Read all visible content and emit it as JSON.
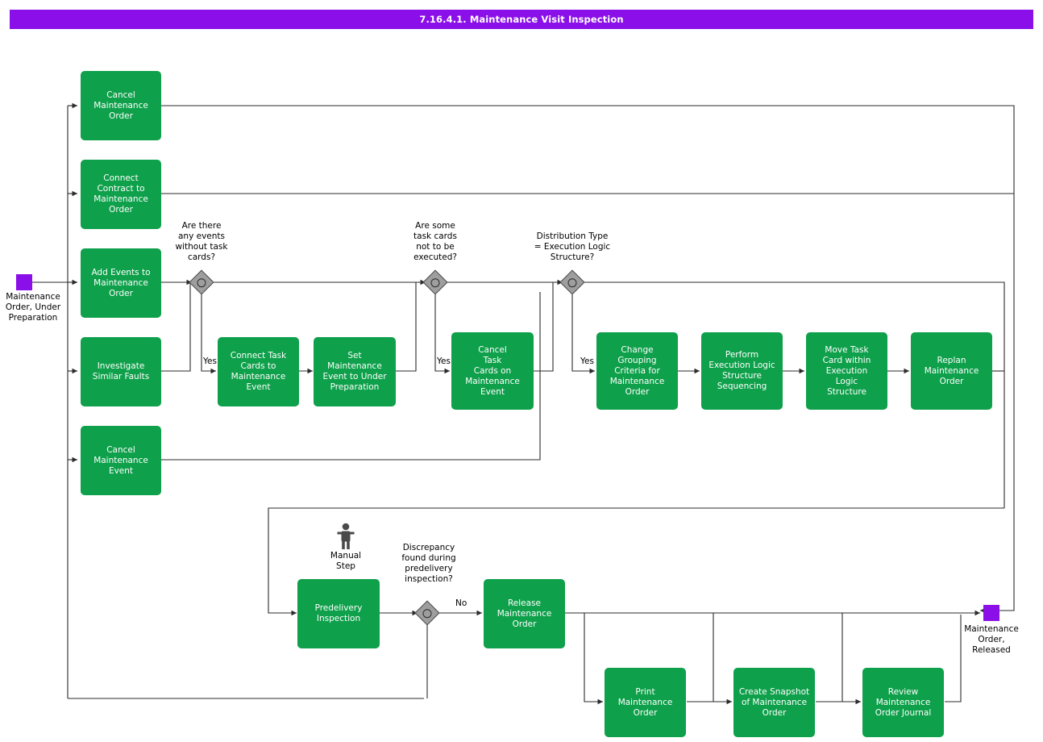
{
  "header": {
    "title": "7.16.4.1. Maintenance Visit Inspection",
    "bar_color": "#8A0FE8"
  },
  "theme": {
    "task_color": "#0EA04A",
    "event_color": "#8A0FE8",
    "gateway_fill": "#9e9e9e",
    "line_color": "#2b2b2b",
    "text_on_task": "#ffffff"
  },
  "start_event": {
    "name": "start-event",
    "label": "Maintenance\nOrder, Under\nPreparation",
    "label_line1": "Maintenance",
    "label_line2": "Order, Under",
    "label_line3": "Preparation"
  },
  "end_event": {
    "name": "end-event",
    "label_line1": "Maintenance",
    "label_line2": "Order,",
    "label_line3": "Released"
  },
  "manual_step": {
    "label_line1": "Manual",
    "label_line2": "Step"
  },
  "tasks": [
    {
      "id": "cancel-maintenance-order",
      "label": "Cancel\nMaintenance\nOrder",
      "lines": [
        "Cancel",
        "Maintenance",
        "Order"
      ]
    },
    {
      "id": "connect-contract-to-maintenance-order",
      "label": "Connect\nContract to\nMaintenance\nOrder",
      "lines": [
        "Connect",
        "Contract to",
        "Maintenance",
        "Order"
      ]
    },
    {
      "id": "add-events-to-maintenance-order",
      "label": "Add Events to\nMaintenance\nOrder",
      "lines": [
        "Add Events to",
        "Maintenance",
        "Order"
      ]
    },
    {
      "id": "investigate-similar-faults",
      "label": "Investigate\nSimilar Faults",
      "lines": [
        "Investigate",
        "Similar Faults"
      ]
    },
    {
      "id": "cancel-maintenance-event",
      "label": "Cancel\nMaintenance\nEvent",
      "lines": [
        "Cancel",
        "Maintenance",
        "Event"
      ]
    },
    {
      "id": "connect-task-cards-to-maintenance-event",
      "label": "Connect Task\nCards to\nMaintenance\nEvent",
      "lines": [
        "Connect Task",
        "Cards to",
        "Maintenance",
        "Event"
      ]
    },
    {
      "id": "set-maintenance-event-to-under-preparation",
      "label": "Set\nMaintenance\nEvent to Under\nPreparation",
      "lines": [
        "Set",
        "Maintenance",
        "Event to Under",
        "Preparation"
      ]
    },
    {
      "id": "cancel-task-cards-on-maintenance-event",
      "label": "Cancel\nTask\nCards on\nMaintenance\nEvent",
      "lines": [
        "Cancel",
        "Task",
        "Cards on",
        "Maintenance",
        "Event"
      ]
    },
    {
      "id": "change-grouping-criteria-for-maintenance-order",
      "label": "Change\nGrouping\nCriteria for\nMaintenance\nOrder",
      "lines": [
        "Change",
        "Grouping",
        "Criteria for",
        "Maintenance",
        "Order"
      ]
    },
    {
      "id": "perform-execution-logic-structure-sequencing",
      "label": "Perform\nExecution Logic\nStructure\nSequencing",
      "lines": [
        "Perform",
        "Execution Logic",
        "Structure",
        "Sequencing"
      ]
    },
    {
      "id": "move-task-card-within-execution-logic-structure",
      "label": "Move Task\nCard within\nExecution\nLogic\nStructure",
      "lines": [
        "Move Task",
        "Card within",
        "Execution",
        "Logic",
        "Structure"
      ]
    },
    {
      "id": "replan-maintenance-order",
      "label": "Replan\nMaintenance\nOrder",
      "lines": [
        "Replan",
        "Maintenance",
        "Order"
      ]
    },
    {
      "id": "predelivery-inspection",
      "label": "Predelivery\nInspection",
      "lines": [
        "Predelivery",
        "Inspection"
      ]
    },
    {
      "id": "release-maintenance-order",
      "label": "Release\nMaintenance\nOrder",
      "lines": [
        "Release",
        "Maintenance",
        "Order"
      ]
    },
    {
      "id": "print-maintenance-order",
      "label": "Print\nMaintenance\nOrder",
      "lines": [
        "Print",
        "Maintenance",
        "Order"
      ]
    },
    {
      "id": "create-snapshot-of-maintenance-order",
      "label": "Create Snapshot\nof Maintenance\nOrder",
      "lines": [
        "Create Snapshot",
        "of Maintenance",
        "Order"
      ]
    },
    {
      "id": "review-maintenance-order-journal",
      "label": "Review\nMaintenance\nOrder Journal",
      "lines": [
        "Review",
        "Maintenance",
        "Order Journal"
      ]
    }
  ],
  "gateways": [
    {
      "id": "gw-events-without-task-cards",
      "lines": [
        "Are there",
        "any events",
        "without task",
        "cards?"
      ]
    },
    {
      "id": "gw-task-cards-not-executed",
      "lines": [
        "Are some",
        "task cards",
        "not to be",
        "executed?"
      ]
    },
    {
      "id": "gw-distribution-type",
      "lines": [
        "Distribution Type",
        "= Execution Logic",
        "Structure?"
      ]
    },
    {
      "id": "gw-discrepancy-predelivery",
      "lines": [
        "Discrepancy",
        "found during",
        "predelivery",
        "inspection?"
      ]
    }
  ],
  "edge_labels": {
    "yes1": "Yes",
    "yes2": "Yes",
    "yes3": "Yes",
    "no1": "No"
  }
}
